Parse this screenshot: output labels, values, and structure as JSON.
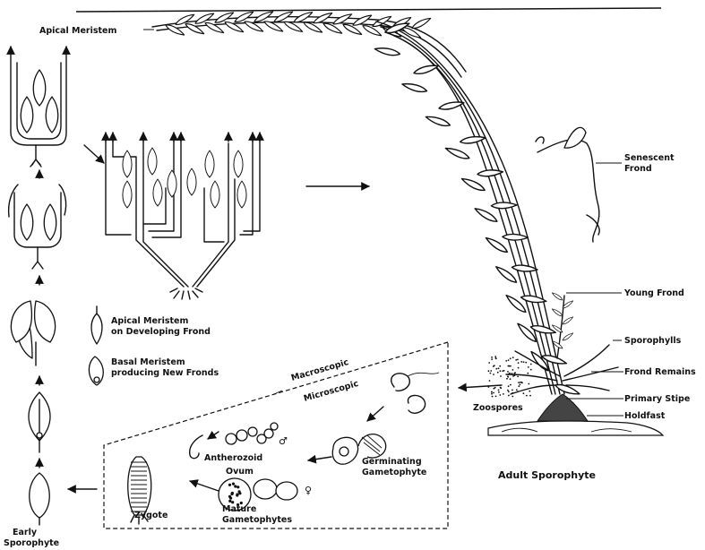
{
  "labels": {
    "apical_meristem": "Apical Meristem",
    "senescent_frond_1": "Senescent",
    "senescent_frond_2": "Frond",
    "young_frond": "Young Frond",
    "sporophylls": "Sporophylls",
    "frond_remains": "Frond Remains",
    "primary_stipe": "Primary Stipe",
    "holdfast": "Holdfast",
    "zoospores": "Zoospores",
    "adult_sporophyte": "Adult Sporophyte",
    "macroscopic": "Macroscopic",
    "microscopic": "Microscopic",
    "antherozoid": "Antherozoid",
    "ovum": "Ovum",
    "zygote": "Zygote",
    "mature_gametophytes_1": "Mature",
    "mature_gametophytes_2": "Gametophytes",
    "germinating_gametophyte_1": "Germinating",
    "germinating_gametophyte_2": "Gametophyte",
    "early_sporophyte_1": "Early",
    "early_sporophyte_2": "Sporophyte",
    "male_symbol": "♂",
    "female_symbol": "♀"
  },
  "legend": {
    "apical_line1": "Apical Meristem",
    "apical_line2": "on Developing Frond",
    "basal_line1": "Basal Meristem",
    "basal_line2": "producing New Fronds"
  }
}
